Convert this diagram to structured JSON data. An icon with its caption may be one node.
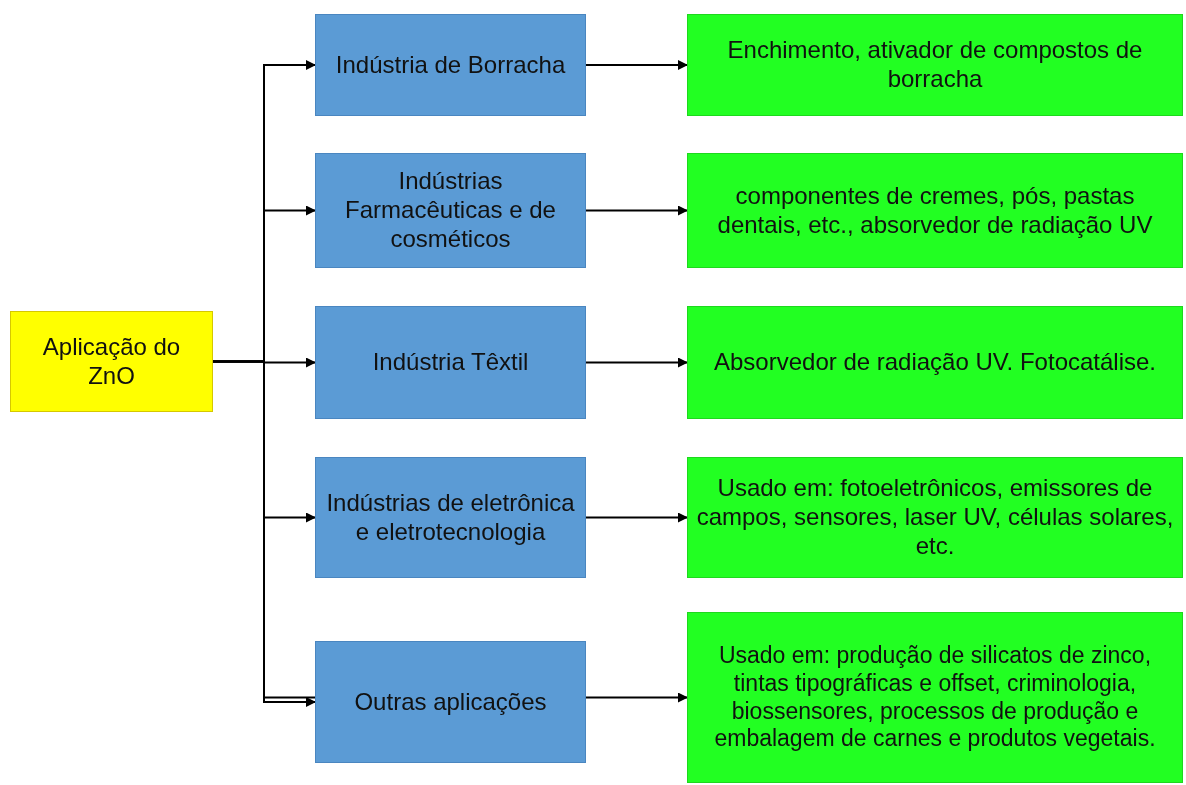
{
  "diagram": {
    "nodes": [
      {
        "text": [
          "Aplicação do ZnO"
        ]
      },
      {
        "text": [
          "Indústria de Borracha"
        ]
      },
      {
        "text": [
          "Enchimento,  ativador de compostos de borracha"
        ]
      },
      {
        "text": [
          "Indústrias Farmacêuticas e de cosméticos"
        ]
      },
      {
        "text": [
          "componentes de cremes, pós, pastas dentais, etc., absorvedor de radiação UV"
        ]
      },
      {
        "text": [
          "Indústria Têxtil"
        ]
      },
      {
        "text": [
          "Absorvedor de radiação UV. Fotocatálise."
        ]
      },
      {
        "text": [
          "Indústrias de eletrônica e eletrotecnologia"
        ]
      },
      {
        "text": [
          "Usado em: fotoeletrônicos, emissores de campos, sensores, laser UV, células solares, etc."
        ]
      },
      {
        "text": [
          "Outras aplicações"
        ]
      },
      {
        "text": [
          "Usado em: produção de silicatos de zinco, tintas tipográficas e offset, criminologia, biossensores, processos de produção e embalagem de carnes e produtos vegetais."
        ]
      }
    ],
    "edges": [
      {
        "from": 0,
        "to": 1,
        "arrow": "to"
      },
      {
        "from": 0,
        "to": 3,
        "arrow": "to"
      },
      {
        "from": 0,
        "to": 5,
        "arrow": "to"
      },
      {
        "from": 0,
        "to": 7,
        "arrow": "to"
      },
      {
        "from": 0,
        "to": 9,
        "arrow": "to"
      },
      {
        "from": 1,
        "to": 2,
        "arrow": "to"
      },
      {
        "from": 3,
        "to": 4,
        "arrow": "to"
      },
      {
        "from": 5,
        "to": 6,
        "arrow": "to"
      },
      {
        "from": 7,
        "to": 8,
        "arrow": "to"
      },
      {
        "from": 9,
        "to": 10,
        "arrow": "to"
      }
    ]
  }
}
